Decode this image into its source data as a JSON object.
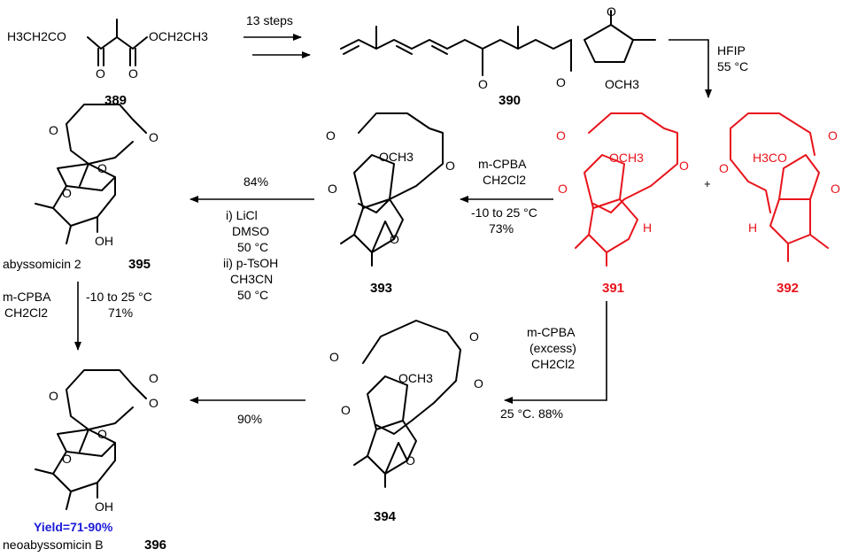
{
  "compounds": {
    "c389": {
      "label": "389",
      "group_left": "H3CH2CO",
      "group_right": "OCH2CH3"
    },
    "c390": {
      "label": "390",
      "substituent": "OCH3"
    },
    "c391": {
      "label": "391",
      "substituent": "OCH3",
      "h": "H"
    },
    "c392": {
      "label": "392",
      "substituent": "H3CO",
      "h": "H"
    },
    "c393": {
      "label": "393",
      "substituent": "OCH3"
    },
    "c394": {
      "label": "394",
      "substituent": "OCH3"
    },
    "c395": {
      "label": "395",
      "name": "abyssomicin 2",
      "oh": "OH"
    },
    "c396": {
      "label": "396",
      "name": "neoabyssomicin B",
      "oh": "OH",
      "yield": "Yield=71-90%"
    }
  },
  "conditions": {
    "step1": {
      "line1": "13 steps"
    },
    "step2": {
      "line1": "HFIP",
      "line2": "55 °C"
    },
    "step3": {
      "line1": "m-CPBA",
      "line2": "CH2Cl2",
      "line3": "-10 to 25 °C",
      "line4": "73%"
    },
    "step4": {
      "line1": "84%",
      "line2": "i) LiCl",
      "line3": "DMSO",
      "line4": "50 °C",
      "line5": "ii) p-TsOH",
      "line6": "CH3CN",
      "line7": "50 °C"
    },
    "step5": {
      "line1": "m-CPBA",
      "line2": "CH2Cl2",
      "line3": "-10 to 25 °C",
      "line4": "71%"
    },
    "step6": {
      "line1": "m-CPBA",
      "line2": "(excess)",
      "line3": "CH2Cl2",
      "line4": "25 °C. 88%"
    },
    "step7": {
      "line1": "90%"
    }
  },
  "plus_sign": "+",
  "atoms": {
    "O": "O"
  },
  "colors": {
    "highlight": "#e8141b",
    "yield": "#1a1adb",
    "ink": "#000000"
  }
}
